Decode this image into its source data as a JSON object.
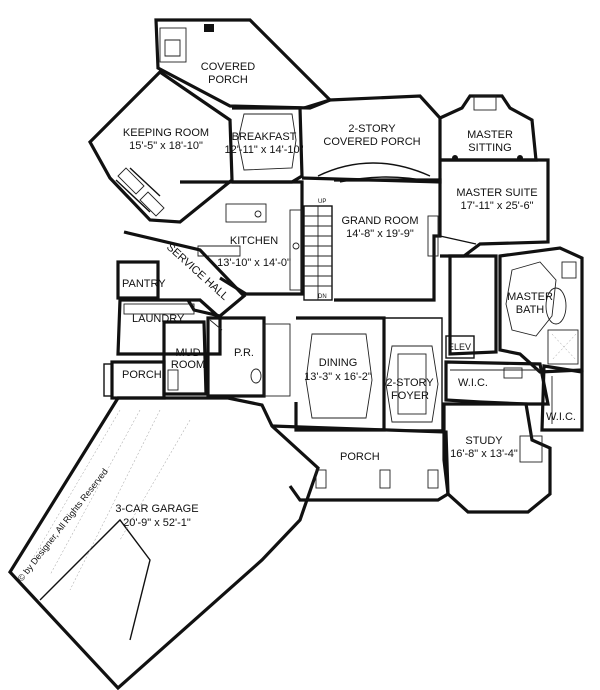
{
  "rooms": [
    {
      "id": "covered-porch-top",
      "lines": [
        "COVERED",
        "PORCH"
      ]
    },
    {
      "id": "keeping-room",
      "lines": [
        "KEEPING ROOM",
        "15'-5\" x 18'-10\""
      ]
    },
    {
      "id": "breakfast",
      "lines": [
        "BREAKFAST",
        "12'-11\" x 14'-10\""
      ]
    },
    {
      "id": "two-story-covered-porch",
      "lines": [
        "2-STORY",
        "COVERED PORCH"
      ]
    },
    {
      "id": "master-sitting",
      "lines": [
        "MASTER",
        "SITTING"
      ]
    },
    {
      "id": "master-suite",
      "lines": [
        "MASTER SUITE",
        "17'-11\" x 25'-6\""
      ]
    },
    {
      "id": "kitchen",
      "lines": [
        "KITCHEN",
        "13'-10\" x 14'-0\""
      ]
    },
    {
      "id": "grand-room",
      "lines": [
        "GRAND ROOM",
        "14'-8\" x 19'-9\""
      ]
    },
    {
      "id": "master-bath",
      "lines": [
        "MASTER",
        "BATH"
      ]
    },
    {
      "id": "service-hall",
      "lines": [
        "SERVICE HALL"
      ]
    },
    {
      "id": "pantry",
      "lines": [
        "PANTRY"
      ]
    },
    {
      "id": "laundry",
      "lines": [
        "LAUNDRY"
      ]
    },
    {
      "id": "mud-room",
      "lines": [
        "MUD",
        "ROOM"
      ]
    },
    {
      "id": "powder-room",
      "lines": [
        "P.R."
      ]
    },
    {
      "id": "dining",
      "lines": [
        "DINING",
        "13'-3\" x 16'-2\""
      ]
    },
    {
      "id": "two-story-foyer",
      "lines": [
        "2-STORY",
        "FOYER"
      ]
    },
    {
      "id": "porch-side",
      "lines": [
        "PORCH"
      ]
    },
    {
      "id": "wic-1",
      "lines": [
        "W.I.C."
      ]
    },
    {
      "id": "wic-2",
      "lines": [
        "W.I.C."
      ]
    },
    {
      "id": "elevator",
      "lines": [
        "ELEV"
      ]
    },
    {
      "id": "study",
      "lines": [
        "STUDY",
        "16'-8\" x 13'-4\""
      ]
    },
    {
      "id": "porch-front",
      "lines": [
        "PORCH"
      ]
    },
    {
      "id": "garage",
      "lines": [
        "3-CAR GARAGE",
        "20'-9\" x 52'-1\""
      ]
    }
  ],
  "stairs": {
    "up": "UP",
    "down": "DN"
  },
  "copyright": "© by Designer, All Rights Reserved"
}
